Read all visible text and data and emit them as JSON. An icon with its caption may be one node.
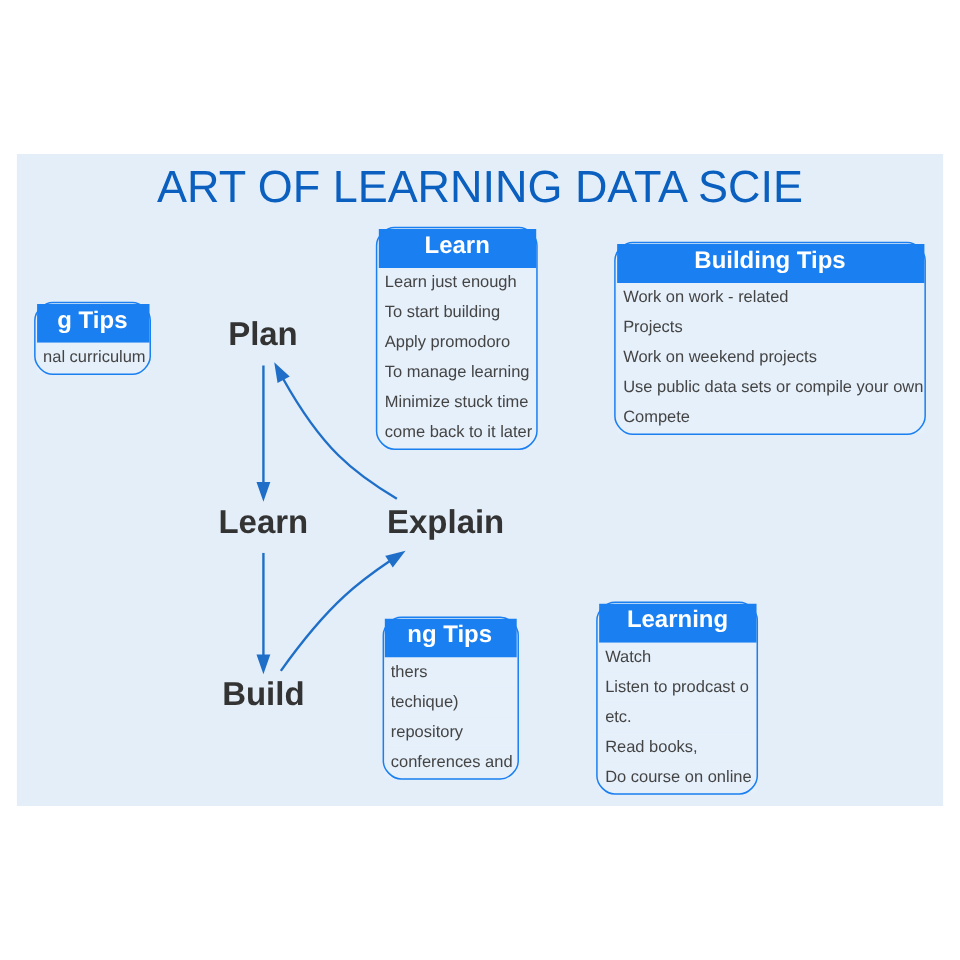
{
  "diagram": {
    "title": "ART OF LEARNING DATA SCIE",
    "nodes": [
      {
        "text": [
          "g Tips",
          "nal curriculum"
        ]
      },
      {
        "text": [
          "Plan"
        ]
      },
      {
        "text": [
          "Learn",
          "Learn just enough",
          "To start building",
          "Apply promodoro",
          "To manage learning",
          "Minimize stuck time",
          "come back to it later"
        ]
      },
      {
        "text": [
          "Explain"
        ]
      },
      {
        "text": [
          "Learn"
        ]
      },
      {
        "text": [
          "ng Tips",
          "thers",
          "techique)",
          "repository",
          "conferences and"
        ]
      },
      {
        "text": [
          "Build"
        ]
      },
      {
        "text": [
          "Building Tips",
          "Work on work - related",
          "Projects",
          "Work on weekend projects",
          "Use public data sets or compile your own",
          "Compete"
        ]
      },
      {
        "text": [
          "Learning",
          "Watch",
          "Listen to prodcast o",
          "etc.",
          "Read books,",
          "Do course on online"
        ]
      }
    ],
    "edges": [
      {
        "from": 1,
        "to": 4,
        "arrow": "to"
      },
      {
        "from": 4,
        "to": 6,
        "arrow": "to"
      },
      {
        "from": 6,
        "to": 3,
        "arrow": "to"
      },
      {
        "from": 3,
        "to": 1,
        "arrow": "to"
      }
    ]
  }
}
